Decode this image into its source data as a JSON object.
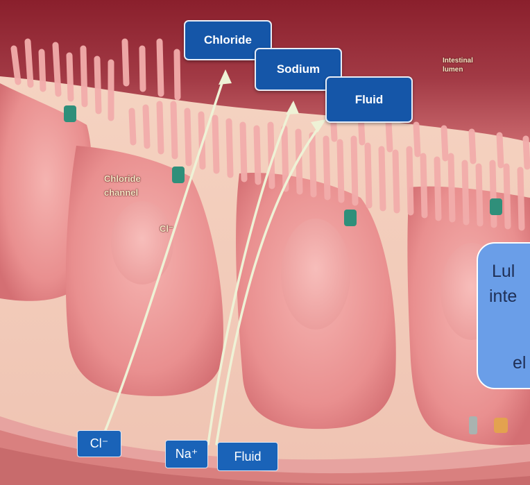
{
  "labels": {
    "chloride": "Chloride",
    "sodium": "Sodium",
    "fluid": "Fluid",
    "intestinal_lumen_line1": "Intestinal",
    "intestinal_lumen_line2": "lumen",
    "chloride_channel_line1": "Chloride",
    "chloride_channel_line2": "channel",
    "cl_arrow": "Cl⁻"
  },
  "ions": {
    "cl": "Cl⁻",
    "na": "Na⁺",
    "fluid": "Fluid"
  },
  "callout": {
    "line1": "Lul",
    "line2": "inte",
    "line3": "el"
  },
  "colors": {
    "label_blue": "#1556a8",
    "callout_blue": "#6a9ee8",
    "tissue_pink": "#e58a8a",
    "lumen_dark": "#7d1f2a",
    "arrow": "#eef2d6",
    "channel_teal": "#2f8f7a"
  }
}
